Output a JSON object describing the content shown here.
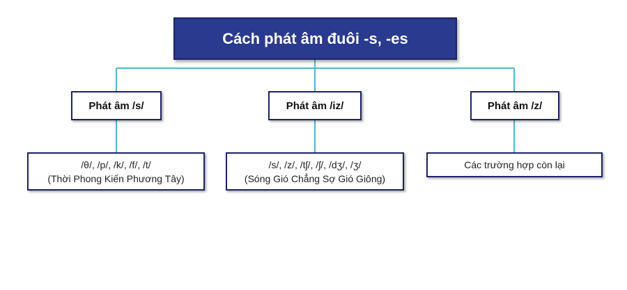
{
  "title": "Cách phát âm đuôi -s, -es",
  "branches": [
    {
      "label": "Phát âm /s/",
      "sounds": "/θ/, /p/, /k/, /f/, /t/",
      "mnemonic": "(Thời Phong Kiến Phương Tây)"
    },
    {
      "label": "Phát âm /iz/",
      "sounds": "/s/, /z/, /tʃ/, /ʃ/, /dʒ/, /ʒ/",
      "mnemonic": "(Sóng Gió Chẳng Sợ Gió Giông)"
    },
    {
      "label": "Phát âm /z/",
      "sounds": "Các trường hợp còn lại",
      "mnemonic": ""
    }
  ],
  "colors": {
    "title_bg": "#2a3a8f",
    "border": "#1a2466",
    "connector": "#4fb7d6"
  }
}
